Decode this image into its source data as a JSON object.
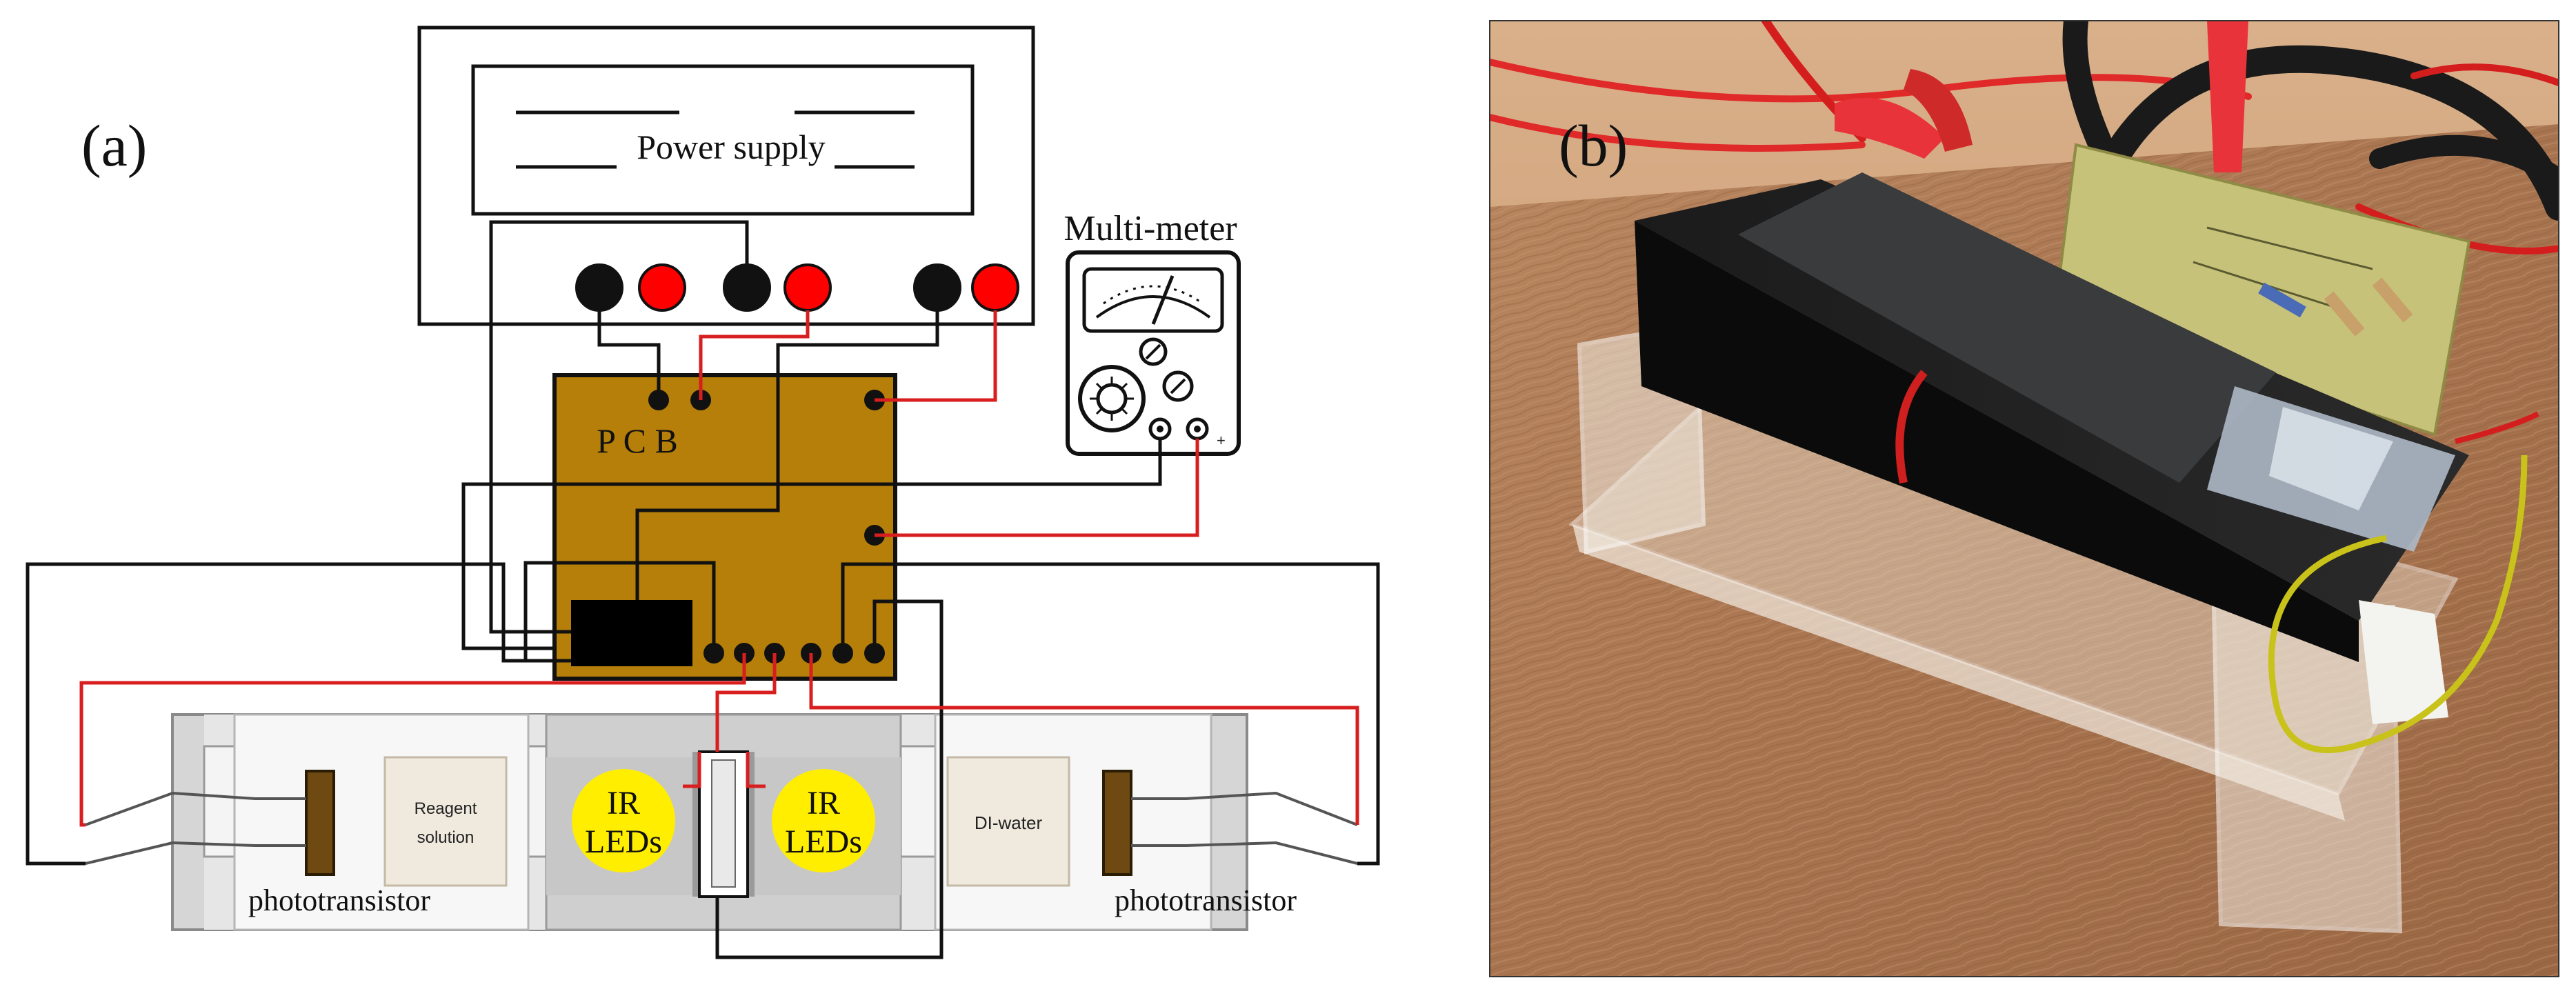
{
  "panel_a": {
    "label": "(a)",
    "power_supply": "Power supply",
    "multimeter": "Multi-meter",
    "pcb": "P C B",
    "reagent": [
      "Reagent",
      "solution"
    ],
    "ir_leds": [
      "IR",
      "LEDs"
    ],
    "di_water": "DI-water",
    "phototransistor": "phototransistor"
  },
  "panel_b": {
    "label": "(b)"
  },
  "colors": {
    "wire_black": "#111111",
    "wire_red": "#d81e1e",
    "pcb_fill": "#b57f09",
    "terminal_red": "#ff0000",
    "led_yellow": "#ffee00"
  }
}
